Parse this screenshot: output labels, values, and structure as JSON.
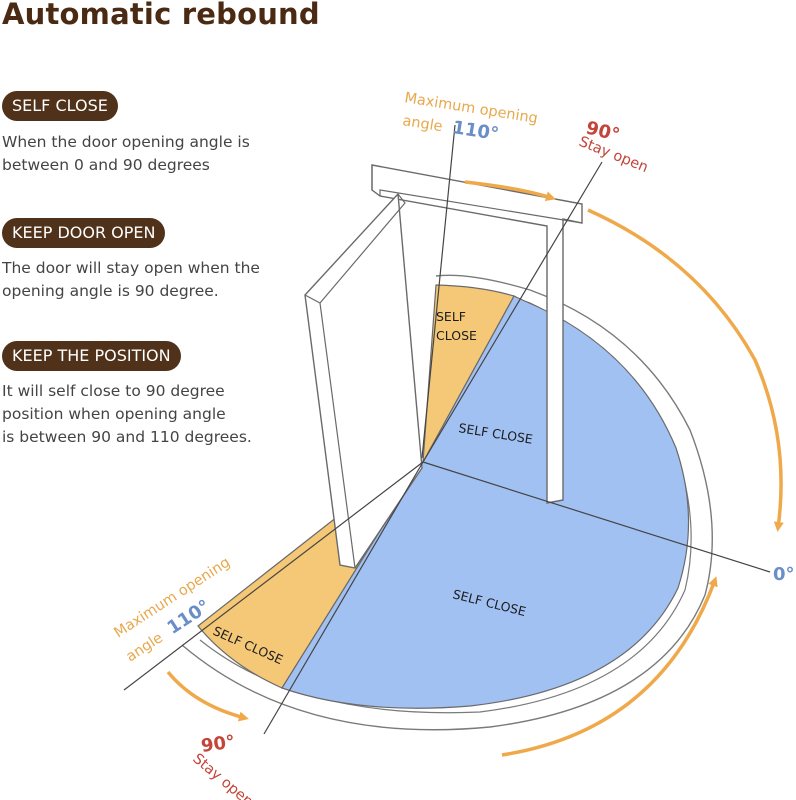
{
  "title": "Automatic rebound",
  "modes": [
    {
      "label": "SELF CLOSE",
      "desc_lines": [
        "When the door opening angle is",
        "between 0 and 90 degrees"
      ]
    },
    {
      "label": "KEEP DOOR OPEN",
      "desc_lines": [
        "The door will stay open when the",
        "opening angle is 90 degree."
      ]
    },
    {
      "label": "KEEP THE POSITION",
      "desc_lines": [
        "It will self close to 90 degree",
        "position when opening angle",
        "is between 90 and 110 degrees."
      ]
    }
  ],
  "diagram": {
    "zone_labels": {
      "top_self_close_small": [
        "SELF",
        "CLOSE"
      ],
      "top_self_close_large": "SELF CLOSE",
      "bottom_self_close_large": "SELF CLOSE",
      "bottom_self_close_small": "SELF CLOSE"
    },
    "top": {
      "max_opening_line1": "Maximum opening",
      "max_opening_line2": "angle",
      "max_angle": "110°",
      "stay_angle": "90°",
      "stay_text": "Stay open"
    },
    "zero_angle": "0°",
    "bottom": {
      "max_opening_line1": "Maximum opening",
      "max_opening_line2": "angle",
      "max_angle": "110°",
      "stay_angle": "90°",
      "stay_text": "Stay open"
    },
    "colors": {
      "self_close_zone": "#a2c1f3",
      "keep_position_zone": "#f4c877",
      "arrow": "#f0a94a",
      "badge": "#50321a",
      "title": "#4a2a12"
    }
  }
}
